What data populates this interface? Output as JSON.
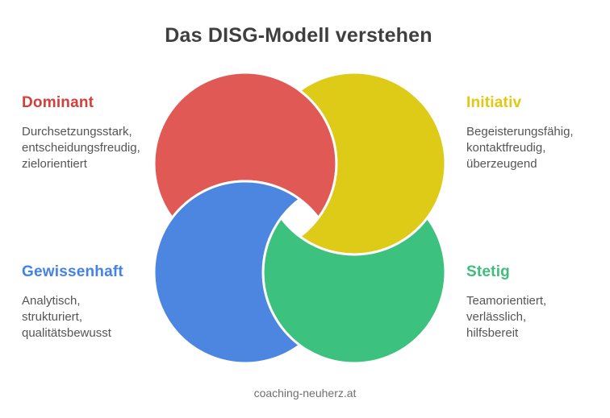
{
  "title": "Das DISG-Modell verstehen",
  "footer": "coaching-neuherz.at",
  "diagram": {
    "type": "four-circle-knot",
    "colors": {
      "dominant": "#e15955",
      "initiativ": "#decb17",
      "gewissenhaft": "#4c86e0",
      "stetig": "#3cc17e"
    }
  },
  "quadrants": [
    {
      "key": "dominant",
      "label": "Dominant",
      "heading_color": "#d33f39",
      "traits": "Durchsetzungsstark,\nentscheidungsfreudig,\nzielorientiert"
    },
    {
      "key": "initiativ",
      "label": "Initiativ",
      "heading_color": "#e4c713",
      "traits": "Begeisterungsfähig,\nkontaktfreudig,\nüberzeugend"
    },
    {
      "key": "gewissenhaft",
      "label": "Gewissenhaft",
      "heading_color": "#4382e8",
      "traits": "Analytisch,\nstrukturiert,\nqualitätsbewusst"
    },
    {
      "key": "stetig",
      "label": "Stetig",
      "heading_color": "#3ebe7c",
      "traits": "Teamorientiert,\nverlässlich,\nhilfsbereit"
    }
  ]
}
